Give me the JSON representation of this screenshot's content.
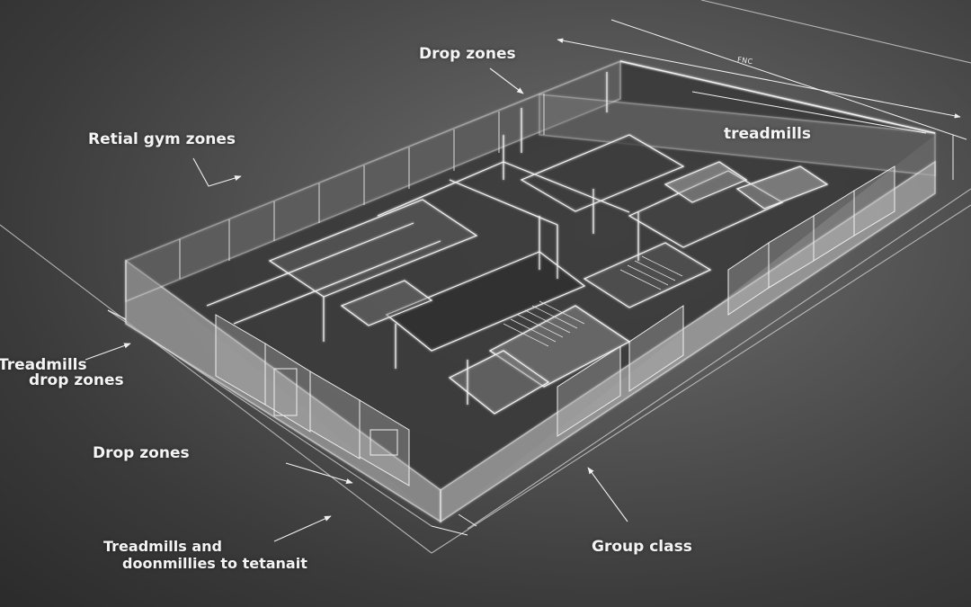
{
  "labels": {
    "drop_zones_top": "Drop zones",
    "retail_gym_zones": "Retial gym zones",
    "treadmills_right": "treadmills",
    "treadmills_drop_line1": "Treadmills",
    "treadmills_drop_line2": "drop zones",
    "drop_zones_left": "Drop zones",
    "treadmills_and_line1": "Treadmills and",
    "treadmills_and_line2": "doonmillies to tetanait",
    "group_class": "Group class"
  },
  "dimension_label": "FNC",
  "colors": {
    "background": "#4a4a4a",
    "line": "#f2f2f2",
    "wall_fill": "#8a8a8a",
    "floor_fill": "#3e3e3e"
  }
}
